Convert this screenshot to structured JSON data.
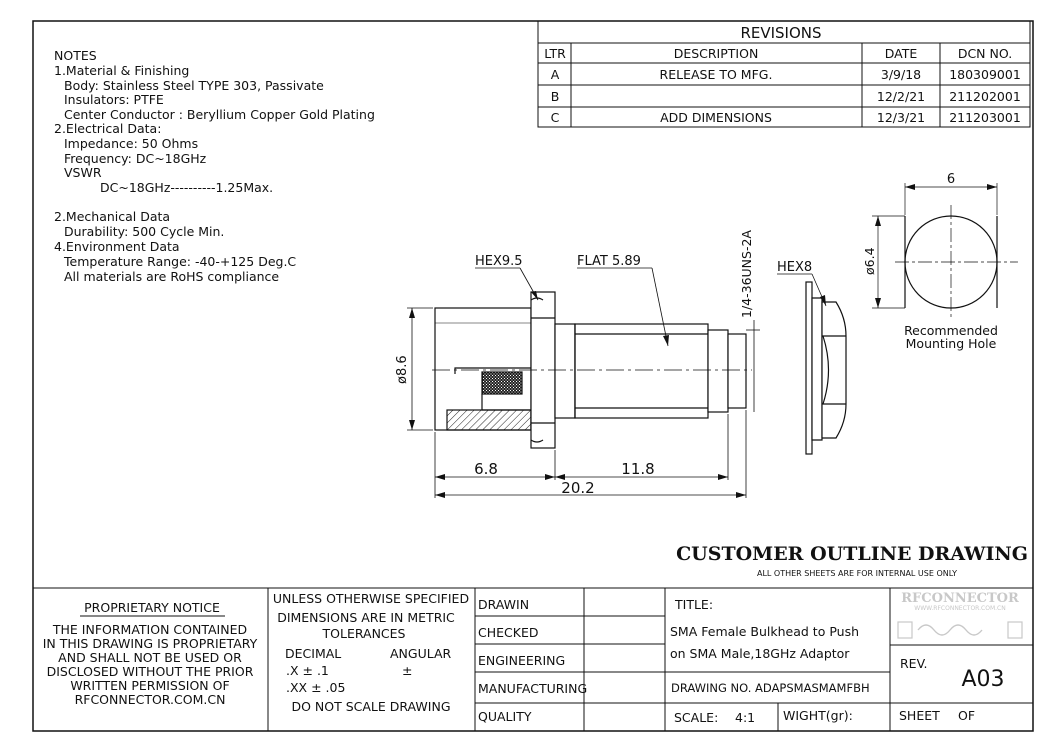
{
  "notes": {
    "heading": "NOTES",
    "lines": [
      "1.Material & Finishing",
      "Body: Stainless Steel TYPE 303, Passivate",
      "Insulators: PTFE",
      "Center Conductor : Beryllium Copper Gold Plating",
      "2.Electrical Data:",
      "Impedance: 50 Ohms",
      "Frequency: DC~18GHz",
      "VSWR",
      "DC~18GHz----------1.25Max.",
      "2.Mechanical Data",
      "Durability: 500 Cycle Min.",
      "4.Environment Data",
      "Temperature Range: -40-+125 Deg.C",
      "All materials are RoHS compliance"
    ]
  },
  "revisions": {
    "title": "REVISIONS",
    "headers": [
      "LTR",
      "DESCRIPTION",
      "DATE",
      "DCN NO."
    ],
    "rows": [
      [
        "A",
        "RELEASE TO MFG.",
        "3/9/18",
        "180309001"
      ],
      [
        "B",
        "",
        "12/2/21",
        "211202001"
      ],
      [
        "C",
        "ADD DIMENSIONS",
        "12/3/21",
        "211203001"
      ]
    ]
  },
  "drawing": {
    "labels": {
      "hex95": "HEX9.5",
      "flat": "FLAT 5.89",
      "thread": "1/4-36UNS-2A",
      "hex8": "HEX8",
      "dia86": "ø8.6",
      "dim68": "6.8",
      "dim118": "11.8",
      "dim202": "20.2",
      "hole_w": "6",
      "hole_d": "ø6.4",
      "mount_line1": "Recommended",
      "mount_line2": "Mounting Hole"
    }
  },
  "outline": {
    "title": "CUSTOMER OUTLINE DRAWING",
    "subtitle": "ALL OTHER SHEETS ARE FOR INTERNAL USE ONLY"
  },
  "proprietary": {
    "heading": "PROPRIETARY NOTICE",
    "lines": [
      "THE INFORMATION CONTAINED",
      "IN THIS DRAWING IS PROPRIETARY",
      "AND SHALL NOT BE USED OR",
      "DISCLOSED WITHOUT THE PRIOR",
      "WRITTEN PERMISSION OF",
      "RFCONNECTOR.COM.CN"
    ]
  },
  "tolerances": {
    "line1": "UNLESS OTHERWISE SPECIFIED",
    "line2": "DIMENSIONS ARE IN METRIC",
    "line3": "TOLERANCES",
    "decimal": "DECIMAL",
    "angular": "ANGULAR",
    "x": ".X ± .1",
    "angular_val": "±",
    "xx": ".XX ± .05",
    "no_scale": "DO NOT SCALE DRAWING"
  },
  "signoff": [
    "DRAWIN",
    "CHECKED",
    "ENGINEERING",
    "MANUFACTURING",
    "QUALITY"
  ],
  "titleblock": {
    "title_label": "TITLE:",
    "title_line1": "SMA Female Bulkhead to Push",
    "title_line2": "on SMA Male,18GHz Adaptor",
    "drawing_no": "DRAWING NO. ADAPSMASMAMFBH",
    "scale_label": "SCALE:",
    "scale_value": "4:1",
    "weight_label": "WIGHT(gr):",
    "sheet_label": "SHEET",
    "sheet_of": "OF",
    "rev_label": "REV.",
    "rev_value": "A03",
    "logo_name": "RFCONNECTOR",
    "logo_url": "WWW.RFCONNECTOR.COM.CN"
  }
}
